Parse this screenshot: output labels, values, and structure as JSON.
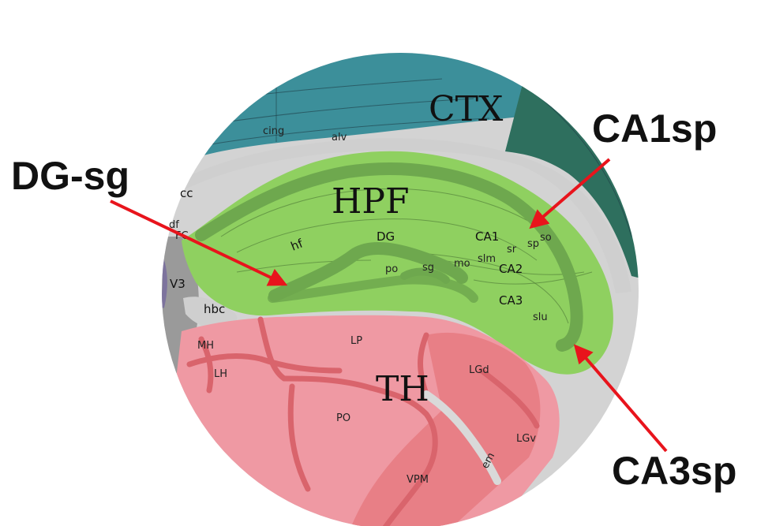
{
  "regions": {
    "ctx": "CTX",
    "hpf": "HPF",
    "th": "TH"
  },
  "callouts": {
    "ca1sp": "CA1sp",
    "dg_sg": "DG-sg",
    "ca3sp": "CA3sp"
  },
  "labels": {
    "cing": "cing",
    "alv": "alv",
    "cc": "cc",
    "df": "df",
    "fc": "FC",
    "v3": "V3",
    "hbc": "hbc",
    "mh": "MH",
    "lh": "LH",
    "lp": "LP",
    "lgd": "LGd",
    "po_th": "PO",
    "vpm": "VPM",
    "lgv": "LGv",
    "em": "em",
    "hf": "hf",
    "dg": "DG",
    "po": "po",
    "sg": "sg",
    "mo": "mo",
    "slm": "slm",
    "sr": "sr",
    "sp": "sp",
    "so": "so",
    "ca1": "CA1",
    "ca2": "CA2",
    "ca3": "CA3",
    "slu": "slu"
  },
  "colors": {
    "ctx_teal": "#3c8f9a",
    "ctx_dark": "#2e6f5e",
    "hpf_green": "#8fd060",
    "pyramidal_layer": "#6ea84e",
    "fiber_gray": "#d3d3d3",
    "thalamus_pink": "#ef99a3",
    "thalamus_dark": "#e87f86",
    "arrow_red": "#e8141c"
  }
}
